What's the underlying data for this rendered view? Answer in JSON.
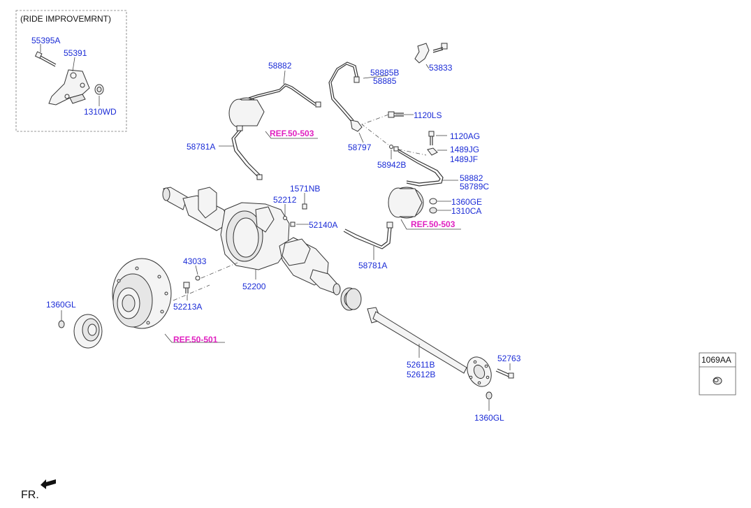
{
  "group_box_title": "(RIDE IMPROVEMRNT)",
  "parts": {
    "p55395A": "55395A",
    "p55391": "55391",
    "p1310WD": "1310WD",
    "p58882_top": "58882",
    "p58885B": "58885B",
    "p58885": "58885",
    "p53833": "53833",
    "p1120LS": "1120LS",
    "p58781A_left": "58781A",
    "p58797": "58797",
    "p1120AG": "1120AG",
    "p1489JG": "1489JG",
    "p1489JF": "1489JF",
    "p58942B": "58942B",
    "p58882_right": "58882",
    "p58789C": "58789C",
    "p1571NB": "1571NB",
    "p52212": "52212",
    "p1360GE": "1360GE",
    "p1310CA": "1310CA",
    "p52140A": "52140A",
    "p58781A_right": "58781A",
    "p43033": "43033",
    "p52200": "52200",
    "p1360GL_left": "1360GL",
    "p52213A": "52213A",
    "p52611B": "52611B",
    "p52612B": "52612B",
    "p52763": "52763",
    "p1360GL_right": "1360GL",
    "p1069AA": "1069AA"
  },
  "references": {
    "ref_brake_left": "REF.50-503",
    "ref_brake_right": "REF.50-503",
    "ref_hub": "REF.50-501"
  },
  "front_indicator": "FR.",
  "colors": {
    "part_number": "#1a2bd6",
    "reference": "#e020c0"
  }
}
